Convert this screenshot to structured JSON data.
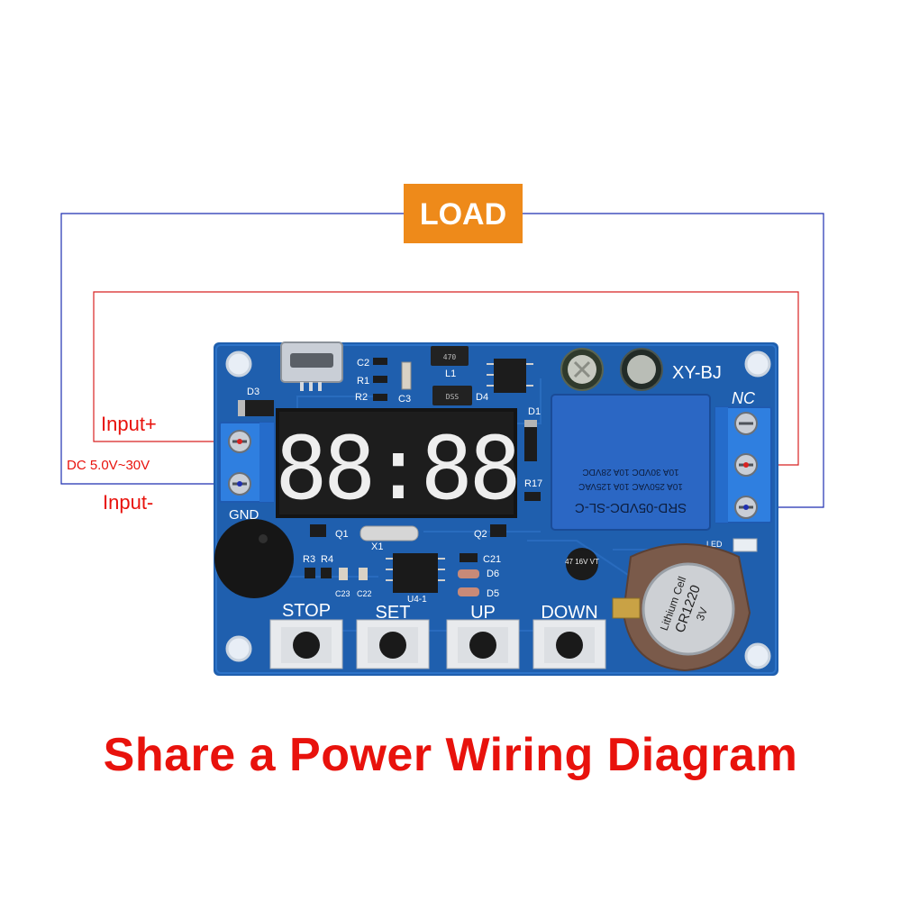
{
  "load_label": "LOAD",
  "board_model": "XY-BJ",
  "terminal_nc": "NC",
  "input_plus": "Input+",
  "input_range": "DC 5.0V~30V",
  "input_minus": "Input-",
  "gnd_label": "GND",
  "buttons": [
    "STOP",
    "SET",
    "UP",
    "DOWN"
  ],
  "display_text": "88:88",
  "relay_lines": [
    "SRD-05VDC-SL-C",
    "10A 250VAC  10A 125VAC",
    "10A 30VDC  10A 28VDC"
  ],
  "battery_lines": [
    "Lithium Cell",
    "CR1220",
    "3V"
  ],
  "capacitor_label": "47 16V VT",
  "components": {
    "d3": "D3",
    "c2": "C2",
    "r1": "R1",
    "r2": "R2",
    "c3": "C3",
    "l1": "L1",
    "d4": "D4",
    "d1": "D1",
    "r17": "R17",
    "q1": "Q1",
    "q2": "Q2",
    "x1": "X1",
    "r3": "R3",
    "r4": "R4",
    "c23": "C23",
    "c22": "C22",
    "u4": "U4-1",
    "c21": "C21",
    "d6": "D6",
    "d5": "D5",
    "led": "LED"
  },
  "caption": "Share a Power Wiring Diagram",
  "colors": {
    "pcb": "#1f5fae",
    "pcb_dark": "#174d91",
    "terminal": "#2f7fe0",
    "relay": "#2b67c4",
    "load_box": "#ee8a1a",
    "wire_blue": "#1f2fb0",
    "wire_red": "#d82222",
    "label_red": "#e8120c",
    "display": "#f2f2f2"
  }
}
